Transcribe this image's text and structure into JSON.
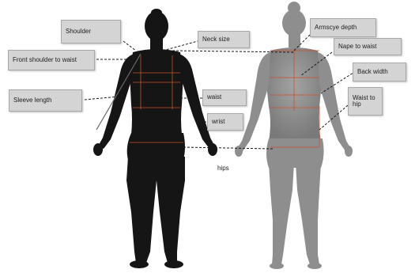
{
  "labels": {
    "shoulder": "Shoulder",
    "front_shoulder_to_waist": "Front shoulder to waist",
    "sleeve_length": "Sleeve length",
    "neck_size": "Neck size",
    "waist": "waist",
    "wrist": "wrist",
    "hips": "hips",
    "armscye_depth": "Armscye depth",
    "nape_to_waist": "Nape to waist",
    "back_width": "Back width",
    "waist_to_hip": "Waist to hip"
  },
  "colors": {
    "front_figure": "#151515",
    "back_figure": "#8e8e8e",
    "measure_line": "#c8502a",
    "leader_line": "#1a1a1a",
    "label_fill": "#d4d4d4"
  }
}
